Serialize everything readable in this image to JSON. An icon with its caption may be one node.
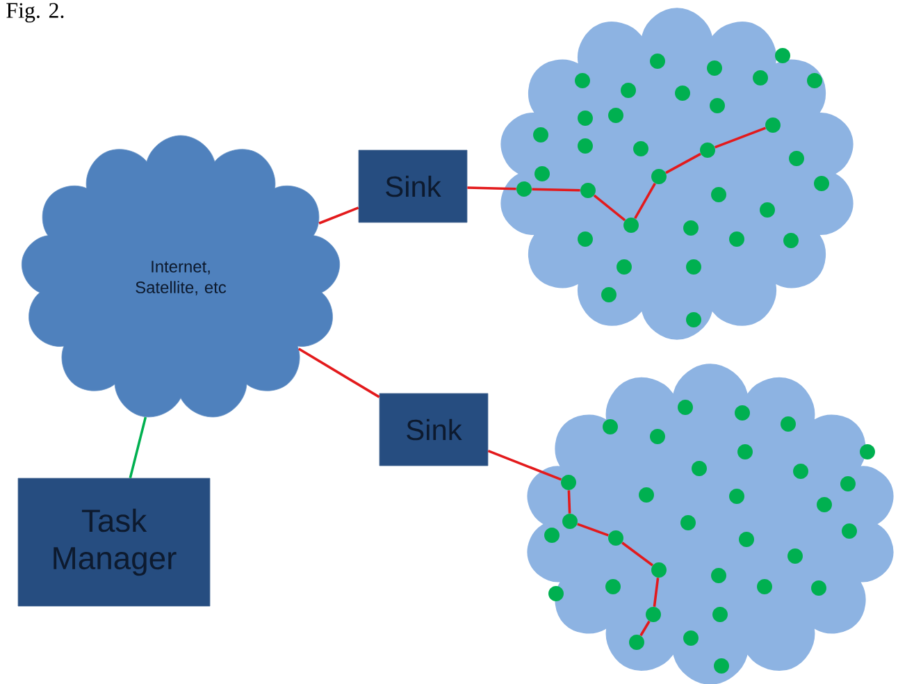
{
  "diagram": {
    "nodes": [
      {
        "text": [
          "Internet, Satellite, etc"
        ]
      },
      {
        "text": [
          "Sink"
        ]
      },
      {
        "text": [
          "Sink"
        ]
      },
      {
        "text": [
          "Task Manager"
        ]
      },
      {
        "text": [],
        "shape": "cloud"
      },
      {
        "text": [],
        "shape": "cloud"
      },
      {
        "text": [],
        "shape": "circle",
        "in": 4
      },
      {
        "text": [],
        "shape": "circle",
        "in": 4
      },
      {
        "text": [],
        "shape": "circle",
        "in": 4
      },
      {
        "text": [],
        "shape": "circle",
        "in": 4
      },
      {
        "text": [],
        "shape": "circle",
        "in": 4
      },
      {
        "text": [],
        "shape": "circle",
        "in": 4
      },
      {
        "text": [],
        "shape": "circle",
        "in": 5
      },
      {
        "text": [],
        "shape": "circle",
        "in": 5
      },
      {
        "text": [],
        "shape": "circle",
        "in": 5
      },
      {
        "text": [],
        "shape": "circle",
        "in": 5
      },
      {
        "text": [],
        "shape": "circle",
        "in": 5
      },
      {
        "text": [],
        "shape": "circle",
        "in": 5
      },
      {
        "text": [],
        "shape": "circle",
        "in": 4
      },
      {
        "text": [],
        "shape": "circle",
        "in": 4
      },
      {
        "text": [],
        "shape": "circle",
        "in": 4
      },
      {
        "text": [],
        "shape": "circle",
        "in": 4
      },
      {
        "text": [],
        "shape": "circle",
        "in": 4
      },
      {
        "text": [],
        "shape": "circle",
        "in": 4
      },
      {
        "text": [],
        "shape": "circle",
        "in": 4
      },
      {
        "text": [],
        "shape": "circle",
        "in": 4
      },
      {
        "text": [],
        "shape": "circle",
        "in": 4
      },
      {
        "text": [],
        "shape": "circle",
        "in": 4
      },
      {
        "text": [],
        "shape": "circle",
        "in": 4
      },
      {
        "text": [],
        "shape": "circle",
        "in": 4
      },
      {
        "text": [],
        "shape": "circle",
        "in": 4
      },
      {
        "text": [],
        "shape": "circle",
        "in": 4
      },
      {
        "text": [],
        "shape": "circle",
        "in": 4
      },
      {
        "text": [],
        "shape": "circle",
        "in": 4
      },
      {
        "text": [],
        "shape": "circle",
        "in": 4
      },
      {
        "text": [],
        "shape": "circle",
        "in": 4
      },
      {
        "text": [],
        "shape": "circle",
        "in": 4
      },
      {
        "text": [],
        "shape": "circle",
        "in": 4
      },
      {
        "text": [],
        "shape": "circle",
        "in": 4
      },
      {
        "text": [],
        "shape": "circle",
        "in": 4
      },
      {
        "text": [],
        "shape": "circle",
        "in": 4
      },
      {
        "text": [],
        "shape": "circle",
        "in": 4
      },
      {
        "text": [],
        "shape": "circle",
        "in": 4
      },
      {
        "text": [],
        "shape": "circle",
        "in": 4
      },
      {
        "text": [],
        "shape": "circle",
        "in": 4
      },
      {
        "text": [],
        "shape": "circle",
        "in": 5
      },
      {
        "text": [],
        "shape": "circle",
        "in": 5
      },
      {
        "text": [],
        "shape": "circle",
        "in": 5
      },
      {
        "text": [],
        "shape": "circle",
        "in": 5
      },
      {
        "text": [],
        "shape": "circle",
        "in": 5
      },
      {
        "text": [],
        "shape": "circle",
        "in": 5
      },
      {
        "text": [],
        "shape": "circle",
        "in": 5
      },
      {
        "text": [],
        "shape": "circle",
        "in": 5
      },
      {
        "text": [],
        "shape": "circle",
        "in": 5
      },
      {
        "text": [],
        "shape": "circle",
        "in": 5
      },
      {
        "text": [],
        "shape": "circle",
        "in": 5
      },
      {
        "text": [],
        "shape": "circle",
        "in": 5
      },
      {
        "text": [],
        "shape": "circle",
        "in": 5
      },
      {
        "text": [],
        "shape": "circle",
        "in": 5
      },
      {
        "text": [],
        "shape": "circle",
        "in": 5
      },
      {
        "text": [],
        "shape": "circle",
        "in": 5
      },
      {
        "text": [],
        "shape": "circle",
        "in": 5
      },
      {
        "text": [],
        "shape": "circle",
        "in": 5
      },
      {
        "text": [],
        "shape": "circle",
        "in": 5
      },
      {
        "text": [],
        "shape": "circle",
        "in": 5
      },
      {
        "text": [],
        "shape": "circle",
        "in": 5
      },
      {
        "text": [],
        "shape": "circle",
        "in": 5
      },
      {
        "text": [],
        "shape": "circle",
        "in": 5
      },
      {
        "text": [],
        "shape": "circle",
        "in": 5
      },
      {
        "text": [],
        "shape": "circle",
        "in": 5
      },
      {
        "text": [],
        "shape": "circle",
        "in": 5
      }
    ],
    "edges": [
      {
        "from": 0,
        "to": 1,
        "arrow": "none"
      },
      {
        "from": 0,
        "to": 2,
        "arrow": "none"
      },
      {
        "from": 0,
        "to": 3,
        "arrow": "none",
        "color": "#00b050"
      },
      {
        "from": 1,
        "to": 6,
        "arrow": "none"
      },
      {
        "from": 6,
        "to": 7,
        "arrow": "none"
      },
      {
        "from": 7,
        "to": 8,
        "arrow": "none"
      },
      {
        "from": 8,
        "to": 9,
        "arrow": "none"
      },
      {
        "from": 9,
        "to": 10,
        "arrow": "none"
      },
      {
        "from": 10,
        "to": 11,
        "arrow": "none"
      },
      {
        "from": 2,
        "to": 12,
        "arrow": "none"
      },
      {
        "from": 12,
        "to": 13,
        "arrow": "none"
      },
      {
        "from": 13,
        "to": 14,
        "arrow": "none"
      },
      {
        "from": 14,
        "to": 15,
        "arrow": "none"
      },
      {
        "from": 15,
        "to": 16,
        "arrow": "none"
      },
      {
        "from": 16,
        "to": 17,
        "arrow": "none"
      }
    ],
    "labels": [
      "Fig. 2."
    ]
  }
}
